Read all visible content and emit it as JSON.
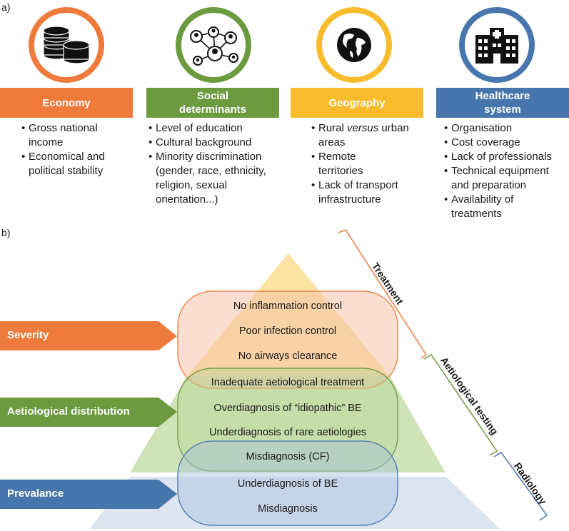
{
  "panel_a_label": "a)",
  "panel_b_label": "b)",
  "categories": [
    {
      "title": "Economy",
      "color": "#ee7a3c",
      "icon": "coins-icon",
      "bullets": [
        "Gross national income",
        "Economical and political stability"
      ]
    },
    {
      "title": "Social determinants",
      "color": "#6b9a3f",
      "icon": "social-network-icon",
      "bullets": [
        "Level of education",
        "Cultural background",
        "Minority discrimination (gender, race, ethnicity, religion, sexual orientation...)"
      ]
    },
    {
      "title": "Geography",
      "color": "#f8bb2c",
      "icon": "globe-icon",
      "bullets": [
        "Rural",
        "versus",
        "urban areas",
        "Remote territories",
        "Lack of transport infrastructure"
      ]
    },
    {
      "title": "Healthcare system",
      "color": "#4776ad",
      "icon": "hospital-icon",
      "bullets": [
        "Organisation",
        "Cost coverage",
        "Lack of professionals",
        "Technical equipment and preparation",
        "Availability of treatments"
      ]
    }
  ],
  "levels": {
    "severity": {
      "label": "Severity",
      "color": "#ee7a3c",
      "items": [
        "No inflammation control",
        "Poor infection control",
        "No airways clearance",
        "Inadequate aetiological treatment"
      ]
    },
    "aetiological": {
      "label": "Aetiological distribution",
      "color": "#6b9a3f",
      "items": [
        "Overdiagnosis of “idiopathic” BE",
        "Underdiagnosis of rare aetiologies",
        "Misdiagnosis (CF)"
      ]
    },
    "prevalence": {
      "label": "Prevalance",
      "color": "#4776ad",
      "items": [
        "Underdiagnosis of BE",
        "Misdiagnosis"
      ]
    }
  },
  "side_labels": {
    "treatment": "Treatment",
    "aetiological_testing": "Aetiological testing",
    "radiology": "Radiology"
  }
}
